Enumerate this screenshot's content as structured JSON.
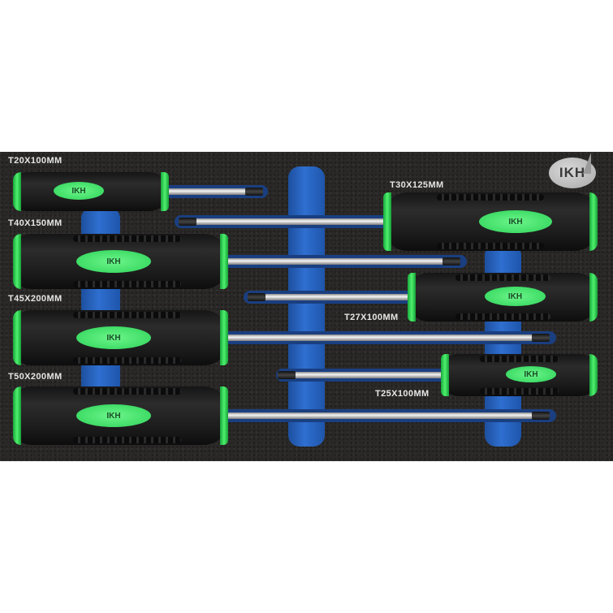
{
  "brand": {
    "logo_text": "IKH"
  },
  "colors": {
    "foam": "#2b2928",
    "rail": "#2f6fd0",
    "handle_accent": "#3ee85f",
    "handle_body": "#1c1c1c"
  },
  "screwdrivers": [
    {
      "label": "T20X100MM",
      "badge": "IKH"
    },
    {
      "label": "T40X150MM",
      "badge": "IKH"
    },
    {
      "label": "T45X200MM",
      "badge": "IKH"
    },
    {
      "label": "T50X200MM",
      "badge": "IKH"
    },
    {
      "label": "T30X125MM",
      "badge": "IKH"
    },
    {
      "label": "T27X100MM",
      "badge": "IKH"
    },
    {
      "label": "T25X100MM",
      "badge": "IKH"
    }
  ]
}
